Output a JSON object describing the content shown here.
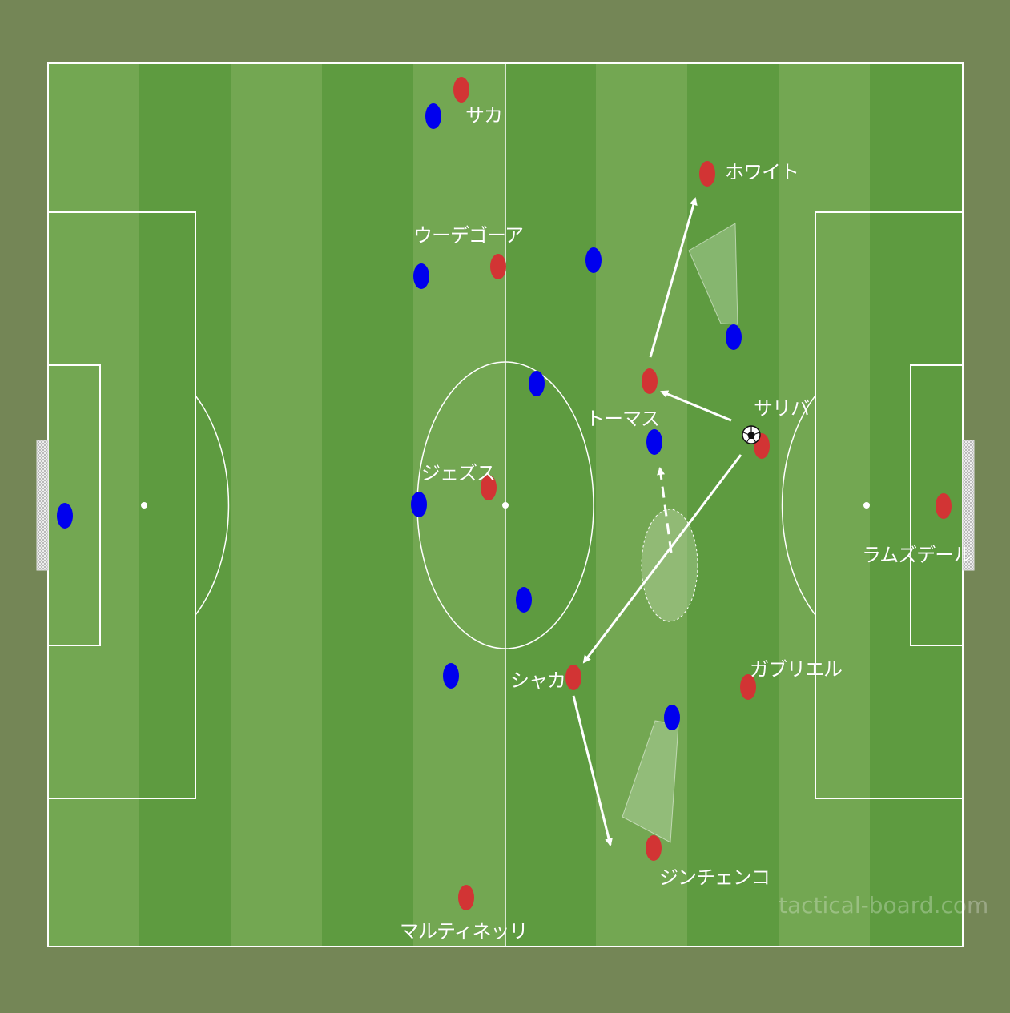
{
  "colors": {
    "background": "#748656",
    "stripe_light": "#73a752",
    "stripe_dark": "#5e9b40",
    "line": "#ffffff",
    "home_team": "#d23434",
    "away_team": "#0000ee"
  },
  "labels": {
    "saka": "サカ",
    "white": "ホワイト",
    "odegaard": "ウーデゴーア",
    "thomas": "トーマス",
    "saliba": "サリバ",
    "jesus": "ジェズス",
    "ramsdale": "ラムズデール",
    "xhaka": "シャカ",
    "gabriel": "ガブリエル",
    "zinchenko": "ジンチェンコ",
    "martinelli": "マルティネッリ"
  },
  "watermark": "tactical-board.com",
  "icons": [
    "football-icon",
    "goal-net-icon"
  ]
}
